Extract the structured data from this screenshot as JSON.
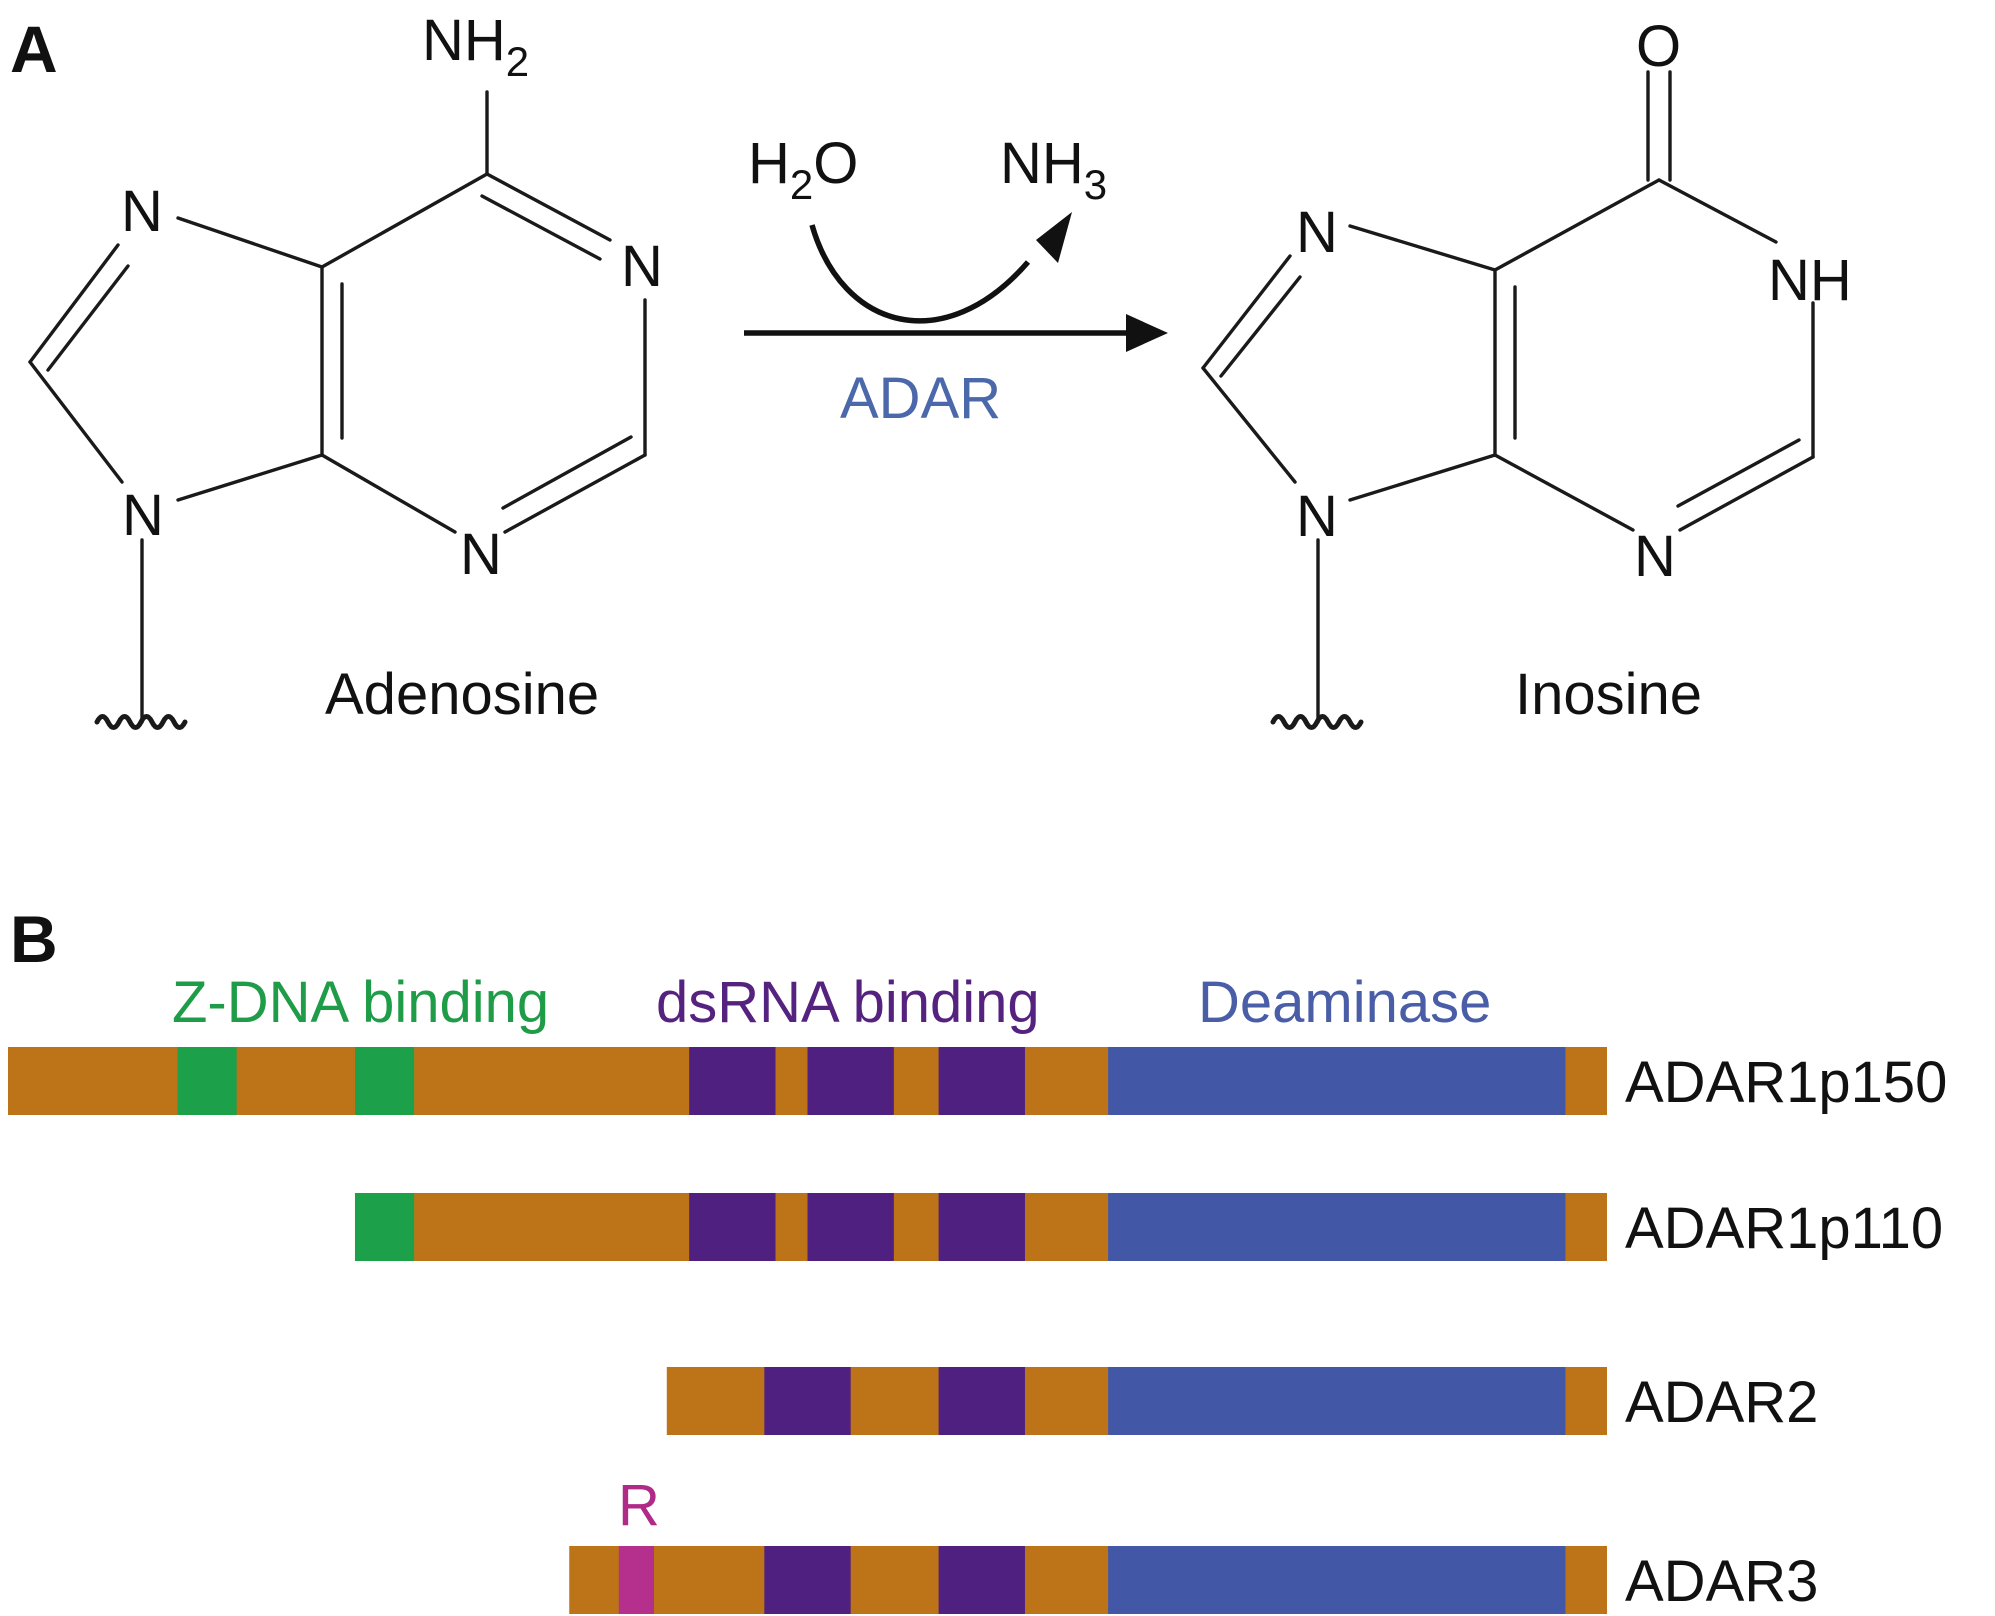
{
  "panel_a": {
    "label": "A",
    "adenosine": {
      "name": "Adenosine",
      "amine_main": "NH",
      "amine_sub": "2",
      "ring_n1": "N",
      "ring_n3": "N",
      "ring_n7": "N",
      "ring_n9": "N"
    },
    "reaction": {
      "reactant_main": "H",
      "reactant_sub": "2",
      "reactant_tail": "O",
      "product_main": "NH",
      "product_sub": "3",
      "enzyme": "ADAR"
    },
    "inosine": {
      "name": "Inosine",
      "carbonyl_o": "O",
      "ring_nh": "NH",
      "ring_n3": "N",
      "ring_n7": "N",
      "ring_n9": "N"
    }
  },
  "panel_b": {
    "label": "B",
    "domain_labels": {
      "zdna": "Z-DNA binding",
      "dsrna": "dsRNA binding",
      "deaminase": "Deaminase",
      "r": "R"
    },
    "colors": {
      "backbone": "#bd7419",
      "zdna": "#1ca04a",
      "dsrna": "#4f2080",
      "deaminase": "#4257a5",
      "r": "#b52f8c",
      "zdna_text": "#1f9c47",
      "dsrna_text": "#55237f",
      "deaminase_text": "#4a5ea8",
      "r_text": "#b02a88",
      "enzyme_text": "#4a68aa"
    },
    "proteins": [
      {
        "name": "ADAR1p150",
        "start": 0,
        "end": 1000,
        "domains": [
          {
            "type": "zdna",
            "start": 106,
            "end": 143
          },
          {
            "type": "zdna",
            "start": 217,
            "end": 254
          },
          {
            "type": "dsrna",
            "start": 426,
            "end": 480
          },
          {
            "type": "dsrna",
            "start": 500,
            "end": 554
          },
          {
            "type": "dsrna",
            "start": 582,
            "end": 636
          },
          {
            "type": "deaminase",
            "start": 688,
            "end": 974
          }
        ]
      },
      {
        "name": "ADAR1p110",
        "start": 217,
        "end": 1000,
        "domains": [
          {
            "type": "zdna",
            "start": 217,
            "end": 254
          },
          {
            "type": "dsrna",
            "start": 426,
            "end": 480
          },
          {
            "type": "dsrna",
            "start": 500,
            "end": 554
          },
          {
            "type": "dsrna",
            "start": 582,
            "end": 636
          },
          {
            "type": "deaminase",
            "start": 688,
            "end": 974
          }
        ]
      },
      {
        "name": "ADAR2",
        "start": 412,
        "end": 1000,
        "domains": [
          {
            "type": "dsrna",
            "start": 473,
            "end": 527
          },
          {
            "type": "dsrna",
            "start": 582,
            "end": 636
          },
          {
            "type": "deaminase",
            "start": 688,
            "end": 974
          }
        ]
      },
      {
        "name": "ADAR3",
        "start": 351,
        "end": 1000,
        "domains": [
          {
            "type": "r",
            "start": 382,
            "end": 404
          },
          {
            "type": "dsrna",
            "start": 473,
            "end": 527
          },
          {
            "type": "dsrna",
            "start": 582,
            "end": 636
          },
          {
            "type": "deaminase",
            "start": 688,
            "end": 974
          }
        ]
      }
    ]
  }
}
